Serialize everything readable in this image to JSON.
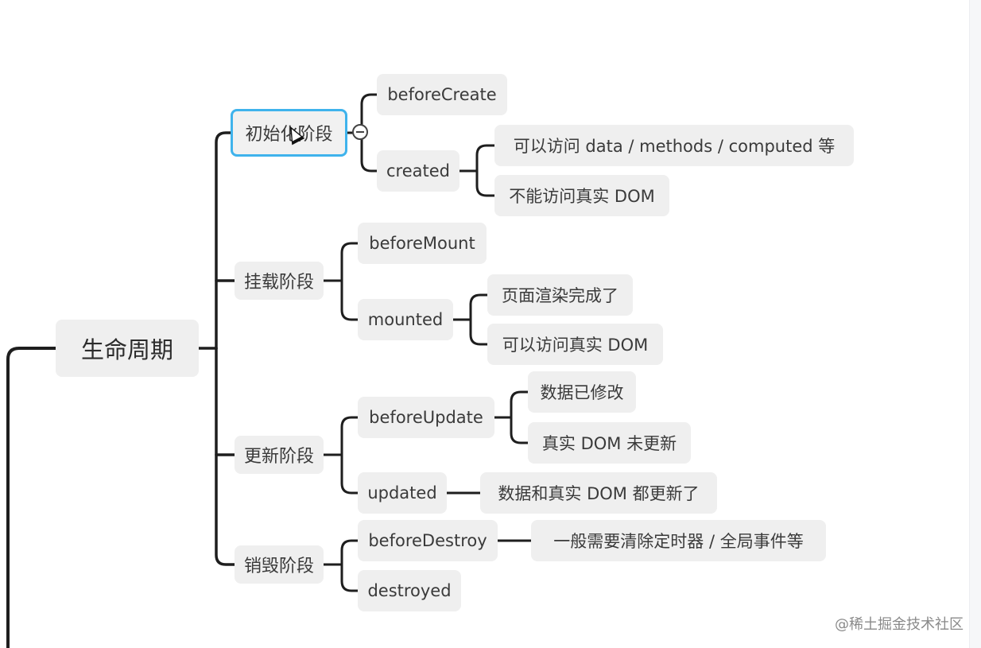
{
  "mindmap": {
    "root": {
      "label": "生命周期"
    },
    "phases": [
      {
        "label": "初始化阶段",
        "selected": true,
        "hooks": [
          {
            "label": "beforeCreate",
            "notes": []
          },
          {
            "label": "created",
            "notes": [
              "可以访问 data / methods / computed 等",
              "不能访问真实 DOM"
            ]
          }
        ]
      },
      {
        "label": "挂载阶段",
        "hooks": [
          {
            "label": "beforeMount",
            "notes": []
          },
          {
            "label": "mounted",
            "notes": [
              "页面渲染完成了",
              "可以访问真实 DOM"
            ]
          }
        ]
      },
      {
        "label": "更新阶段",
        "hooks": [
          {
            "label": "beforeUpdate",
            "notes": [
              "数据已修改",
              "真实 DOM 未更新"
            ]
          },
          {
            "label": "updated",
            "notes": [
              "数据和真实 DOM 都更新了"
            ]
          }
        ]
      },
      {
        "label": "销毁阶段",
        "hooks": [
          {
            "label": "beforeDestroy",
            "notes": [
              "一般需要清除定时器 / 全局事件等"
            ]
          },
          {
            "label": "destroyed",
            "notes": []
          }
        ]
      }
    ]
  },
  "watermark": "@稀土掘金技术社区",
  "colors": {
    "line": "#1e1e1e",
    "node_bg": "#efefef",
    "selection": "#3fb3ec"
  }
}
